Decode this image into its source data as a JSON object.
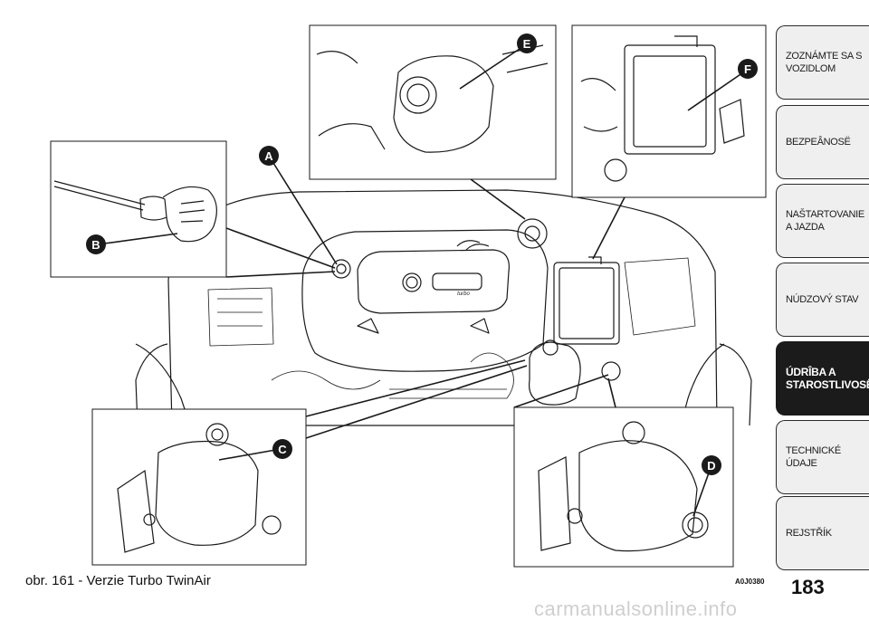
{
  "figure": {
    "caption": "obr. 161 - Verzie Turbo TwinAir",
    "code": "A0J0380",
    "callouts": [
      "A",
      "B",
      "C",
      "D",
      "E",
      "F"
    ],
    "engine_brand": "turbo"
  },
  "page_number": "183",
  "watermark": "carmanualsonline.info",
  "side_tabs": [
    {
      "label": "ZOZNÁMTE SA S VOZIDLOM",
      "active": false
    },
    {
      "label": "BEZPEÂNOSË",
      "active": false
    },
    {
      "label": "NAŠTARTOVANIE A JAZDA",
      "active": false
    },
    {
      "label": "NÚDZOVÝ STAV",
      "active": false
    },
    {
      "label": "ÚDRÎBA A STAROSTLIVOSË",
      "active": true
    },
    {
      "label": "TECHNICKÉ ÚDAJE",
      "active": false
    },
    {
      "label": "REJSTŘÍK",
      "active": false
    }
  ]
}
